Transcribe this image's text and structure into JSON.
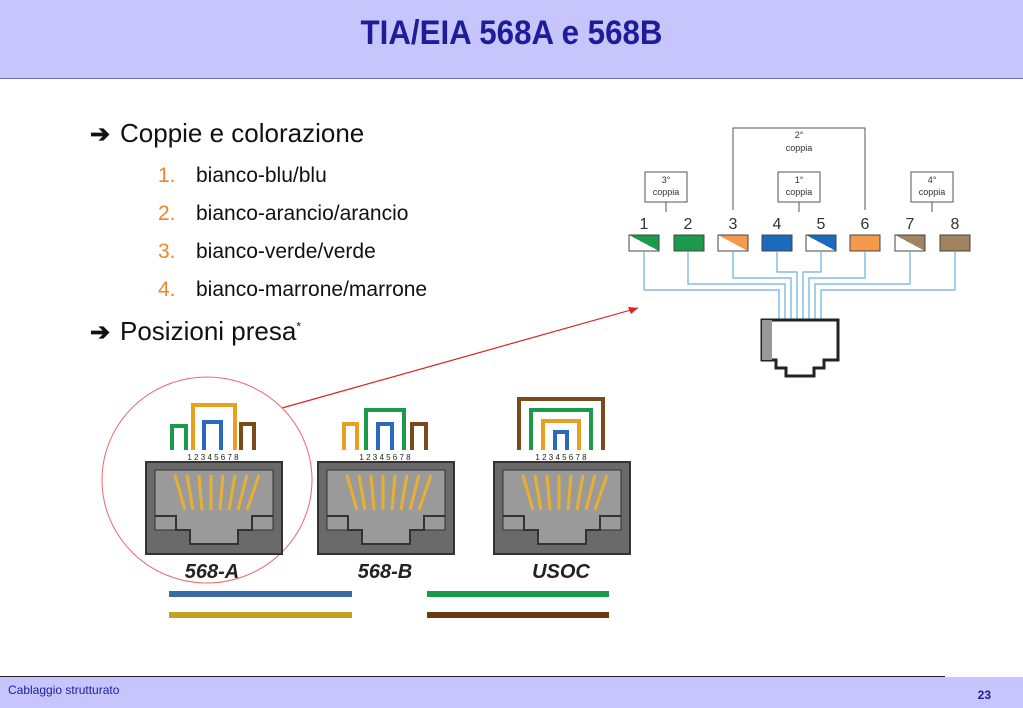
{
  "slide": {
    "title": "TIA/EIA 568A e 568B",
    "bullets": [
      {
        "arrow": "➔",
        "text": "Coppie e colorazione"
      },
      {
        "arrow": "➔",
        "text": "Posizioni presa",
        "sup": "*"
      }
    ],
    "pairs": [
      {
        "num": "1.",
        "text": "bianco-blu/blu"
      },
      {
        "num": "2.",
        "text": "bianco-arancio/arancio"
      },
      {
        "num": "3.",
        "text": "bianco-verde/verde"
      },
      {
        "num": "4.",
        "text": "bianco-marrone/marrone"
      }
    ]
  },
  "diagram": {
    "pair_labels": {
      "p2": [
        "2°",
        "coppia"
      ],
      "p3": [
        "3°",
        "coppia"
      ],
      "p1": [
        "1°",
        "coppia"
      ],
      "p4": [
        "4°",
        "coppia"
      ]
    },
    "pins": [
      "1",
      "2",
      "3",
      "4",
      "5",
      "6",
      "7",
      "8"
    ],
    "colors": {
      "green": "#1a9a4a",
      "orange": "#f59a4a",
      "blue": "#1a6abe",
      "brown": "#a08460"
    }
  },
  "jacks": {
    "pin_numbers": "1 2 3 4 5 6 7 8",
    "labels": [
      "568-A",
      "568-B",
      "USOC"
    ]
  },
  "footer": {
    "left": "Cablaggio strutturato",
    "page": "23"
  }
}
